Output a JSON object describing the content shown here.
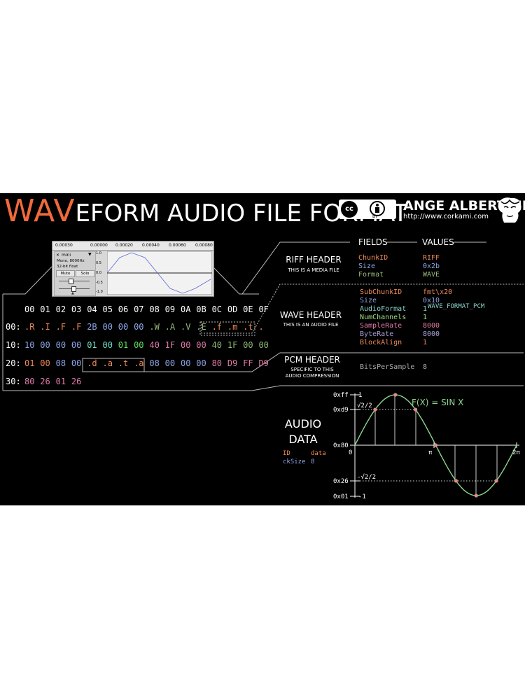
{
  "title": {
    "prefix": "WAV",
    "rest": "EFORM AUDIO FILE FORMAT"
  },
  "license": {
    "cc": "cc",
    "by": "BY"
  },
  "author": {
    "name": "ANGE ALBERTINI",
    "url": "http://www.corkami.com"
  },
  "columns": {
    "fields": "FIELDS",
    "values": "VALUES"
  },
  "colors": {
    "orange": "#ef8a55",
    "blue": "#8ea4e6",
    "green": "#9ee07a",
    "pink": "#e07aa8",
    "purple": "#b87ae0",
    "teal": "#8ad4c8",
    "lightgreen": "#c6ee9a",
    "curve": "#8cd68c"
  },
  "sections": {
    "riff": {
      "title": "RIFF HEADER",
      "subtitle": "THIS IS A MEDIA FILE",
      "fields": [
        {
          "name": "ChunkID",
          "value": "RIFF"
        },
        {
          "name": "Size",
          "value": "0x2b"
        },
        {
          "name": "Format",
          "value": "WAVE"
        }
      ]
    },
    "wave": {
      "title": "WAVE HEADER",
      "subtitle": "THIS IS AN AUDIO FILE",
      "fields": [
        {
          "name": "SubChunkID",
          "value": "fmt\\x20"
        },
        {
          "name": "Size",
          "value": "0x10"
        },
        {
          "name": "AudioFormat",
          "value": "1"
        },
        {
          "name": "NumChannels",
          "value": "1"
        },
        {
          "name": "SampleRate",
          "value": "8000"
        },
        {
          "name": "ByteRate",
          "value": "8000"
        },
        {
          "name": "BlockAlign",
          "value": "1"
        }
      ],
      "format_note": "WAVE_FORMAT_PCM"
    },
    "pcm": {
      "title": "PCM HEADER",
      "subtitle1": "SPECIFIC TO THIS",
      "subtitle2": "AUDIO COMPRESSION",
      "fields": [
        {
          "name": "BitsPerSample",
          "value": "8"
        }
      ]
    },
    "audio": {
      "title1": "AUDIO",
      "title2": "DATA",
      "fields": [
        {
          "name": "ID",
          "value": "data"
        },
        {
          "name": "ckSize",
          "value": "8"
        }
      ]
    }
  },
  "hex": {
    "header": [
      "00",
      "01",
      "02",
      "03",
      "04",
      "05",
      "06",
      "07",
      "08",
      "09",
      "0A",
      "0B",
      "0C",
      "0D",
      "0E",
      "0F"
    ],
    "rows": [
      {
        "offset": "00:",
        "bytes": [
          ".R",
          ".I",
          ".F",
          ".F",
          "2B",
          "00",
          "00",
          "00",
          ".W",
          ".A",
          ".V",
          ".E",
          ".f",
          ".m",
          ".t",
          "."
        ]
      },
      {
        "offset": "10:",
        "bytes": [
          "10",
          "00",
          "00",
          "00",
          "01",
          "00",
          "01",
          "00",
          "40",
          "1F",
          "00",
          "00",
          "40",
          "1F",
          "00",
          "00"
        ]
      },
      {
        "offset": "20:",
        "bytes": [
          "01",
          "00",
          "08",
          "00",
          ".d",
          ".a",
          ".t",
          ".a",
          "08",
          "00",
          "00",
          "00",
          "80",
          "D9",
          "FF",
          "D9"
        ]
      },
      {
        "offset": "30:",
        "bytes": [
          "80",
          "26",
          "01",
          "26"
        ]
      }
    ]
  },
  "audio_window": {
    "ruler": [
      "0.00030",
      "0.00000",
      "0.00020",
      "0.00040",
      "0.00060",
      "0.00080"
    ],
    "track_name": "mini",
    "info1": "Mono, 8000Hz",
    "info2": "32-bit float",
    "mute": "Mute",
    "solo": "Solo",
    "scale": [
      "1.0",
      "0.5",
      "0.0",
      "-0.5",
      "-1.0"
    ]
  },
  "sine": {
    "formula": "F(X) = SIN X",
    "y_labels": [
      "0xff",
      "0xd9",
      "0x80",
      "0x26",
      "0x01"
    ],
    "y_values": [
      "1",
      "√2/2",
      "-√2/2",
      "-1"
    ],
    "x_labels": [
      "0",
      "π",
      "2π"
    ]
  }
}
